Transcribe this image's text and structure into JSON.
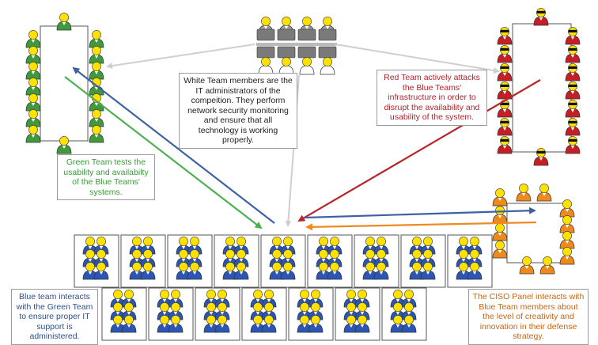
{
  "notes": {
    "white_team": "White Team members are the IT administrators of the compeition. They perform network security monitoring and ensure that all technology is working properly.",
    "red_team": "Red Team actively attacks the Blue Teams' infrastructure in order to disrupt the availability and usability of the system.",
    "green_team": "Green Team tests the usability and availabilty of the Blue Teams' systems.",
    "blue_team": "Blue team interacts with the Green Team to ensure proper IT support is administered.",
    "ciso_panel": "The CISO Panel interacts with Blue Team members about the level of creativity and innovation in their defense strategy."
  },
  "colors": {
    "white_arrow": "#cfcfcf",
    "blue_arrow": "#3d62a3",
    "green_arrow": "#4caf50",
    "red_arrow": "#b5262b",
    "orange_arrow": "#ef8a22",
    "green_text": "#3a9a3a",
    "red_text": "#b3232a",
    "blue_text": "#2c4f8f",
    "orange_text": "#c8650f",
    "white_text": "#222222",
    "head": "#ffe100",
    "green_body": "#3f9b3a",
    "red_body": "#c51f24",
    "orange_body": "#ee8a1c",
    "blue_body": "#2b56b5",
    "gray_body": "#9a9a9a"
  }
}
